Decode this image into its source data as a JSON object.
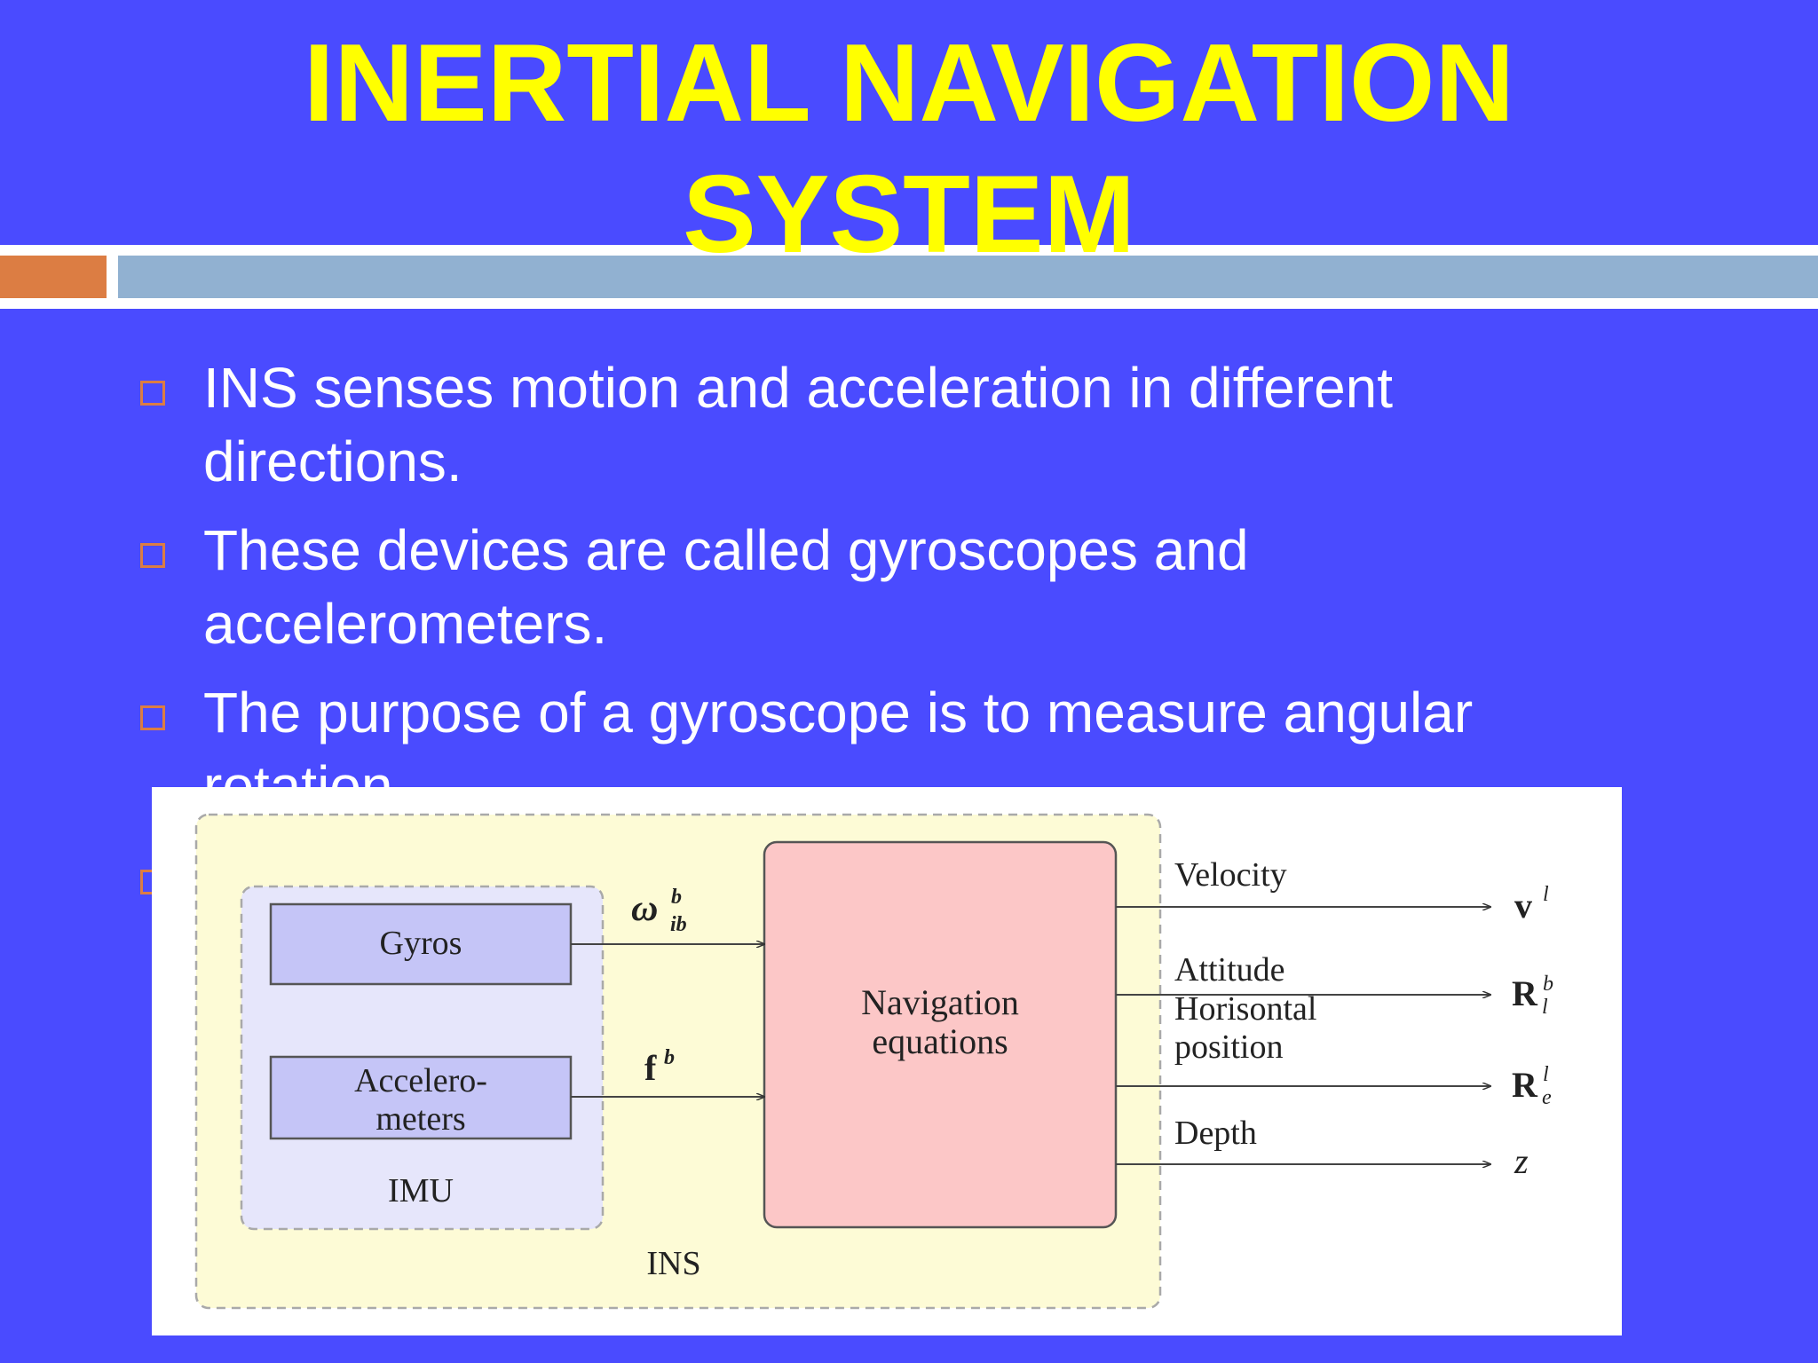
{
  "slide": {
    "title_line1": "INERTIAL NAVIGATION",
    "title_line2": "SYSTEM",
    "accent_colors": {
      "background": "#4a4bff",
      "title": "#ffff00",
      "bullet_marker": "#dc7d43",
      "bar_left": "#dc7d43",
      "bar_right": "#91b1d1"
    }
  },
  "bullets": [
    {
      "line1": "INS senses motion and acceleration in different",
      "line2": "directions."
    },
    {
      "line1": "These devices are called gyroscopes and",
      "line2": "accelerometers."
    },
    {
      "line1": "The purpose of a gyroscope is to measure angular",
      "line2": "rotation."
    }
  ],
  "diagram": {
    "gyros": "Gyros",
    "accel_line1": "Accelero-",
    "accel_line2": "meters",
    "imu": "IMU",
    "ins": "INS",
    "nav_line1": "Navigation",
    "nav_line2": "equations",
    "omega": "ω",
    "omega_sup": "b",
    "omega_sub": "ib",
    "f": "f",
    "f_sup": "b",
    "out_velocity": "Velocity",
    "out_attitude": "Attitude",
    "out_horisontal": "Horisontal",
    "out_position": "position",
    "out_depth": "Depth",
    "sym_v": "v",
    "sym_v_sup": "l",
    "sym_R": "R",
    "sym_R1_sup": "b",
    "sym_R1_sub": "l",
    "sym_R2_sup": "l",
    "sym_R2_sub": "e",
    "sym_z": "z",
    "colors": {
      "ins_fill": "#fdfbd6",
      "imu_fill": "#e6e6fb",
      "sensor_fill": "#c5c5f7",
      "nav_fill": "#fcc7c7"
    }
  }
}
